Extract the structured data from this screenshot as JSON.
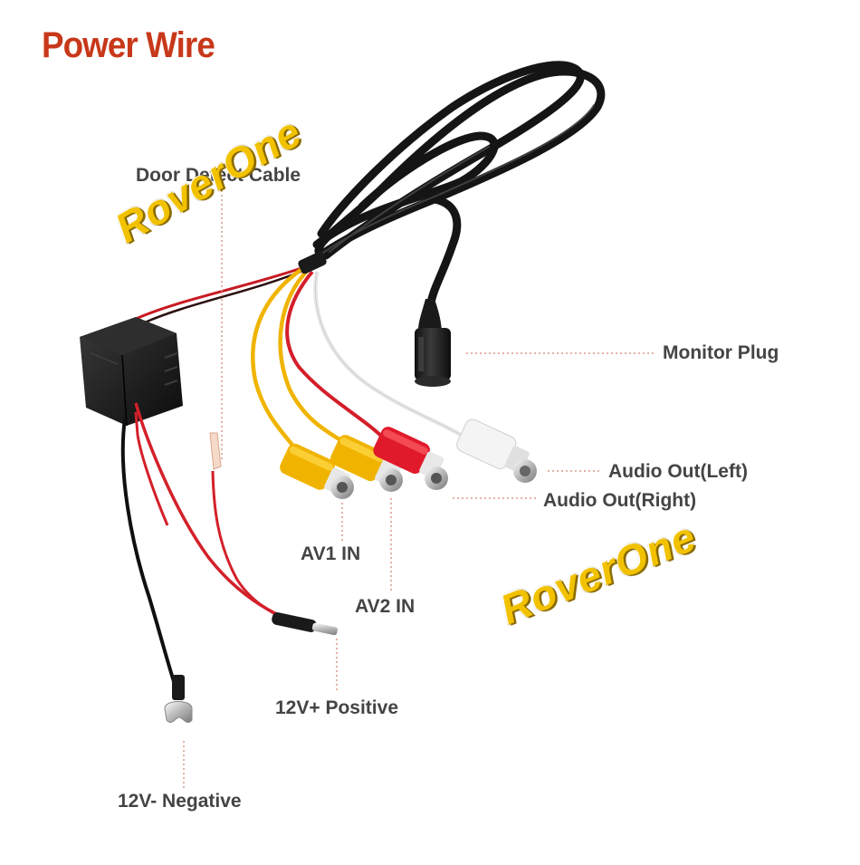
{
  "title": "Power Wire",
  "labels": {
    "door_detect": "Door Detect Cable",
    "monitor_plug": "Monitor Plug",
    "audio_left": "Audio Out(Left)",
    "audio_right": "Audio Out(Right)",
    "av1_in": "AV1 IN",
    "av2_in": "AV2 IN",
    "positive": "12V+ Positive",
    "negative": "12V- Negative"
  },
  "watermark": "RoverOne",
  "colors": {
    "title": "#c8381a",
    "label_text": "#444444",
    "leader_line": "#d99a86",
    "watermark": "#f2c200",
    "yellow_rca": "#f0b800",
    "red_rca": "#e01a2a",
    "white_rca": "#f2f2f2",
    "cable_black": "#1a1a1a",
    "wire_red": "#d4202a"
  }
}
